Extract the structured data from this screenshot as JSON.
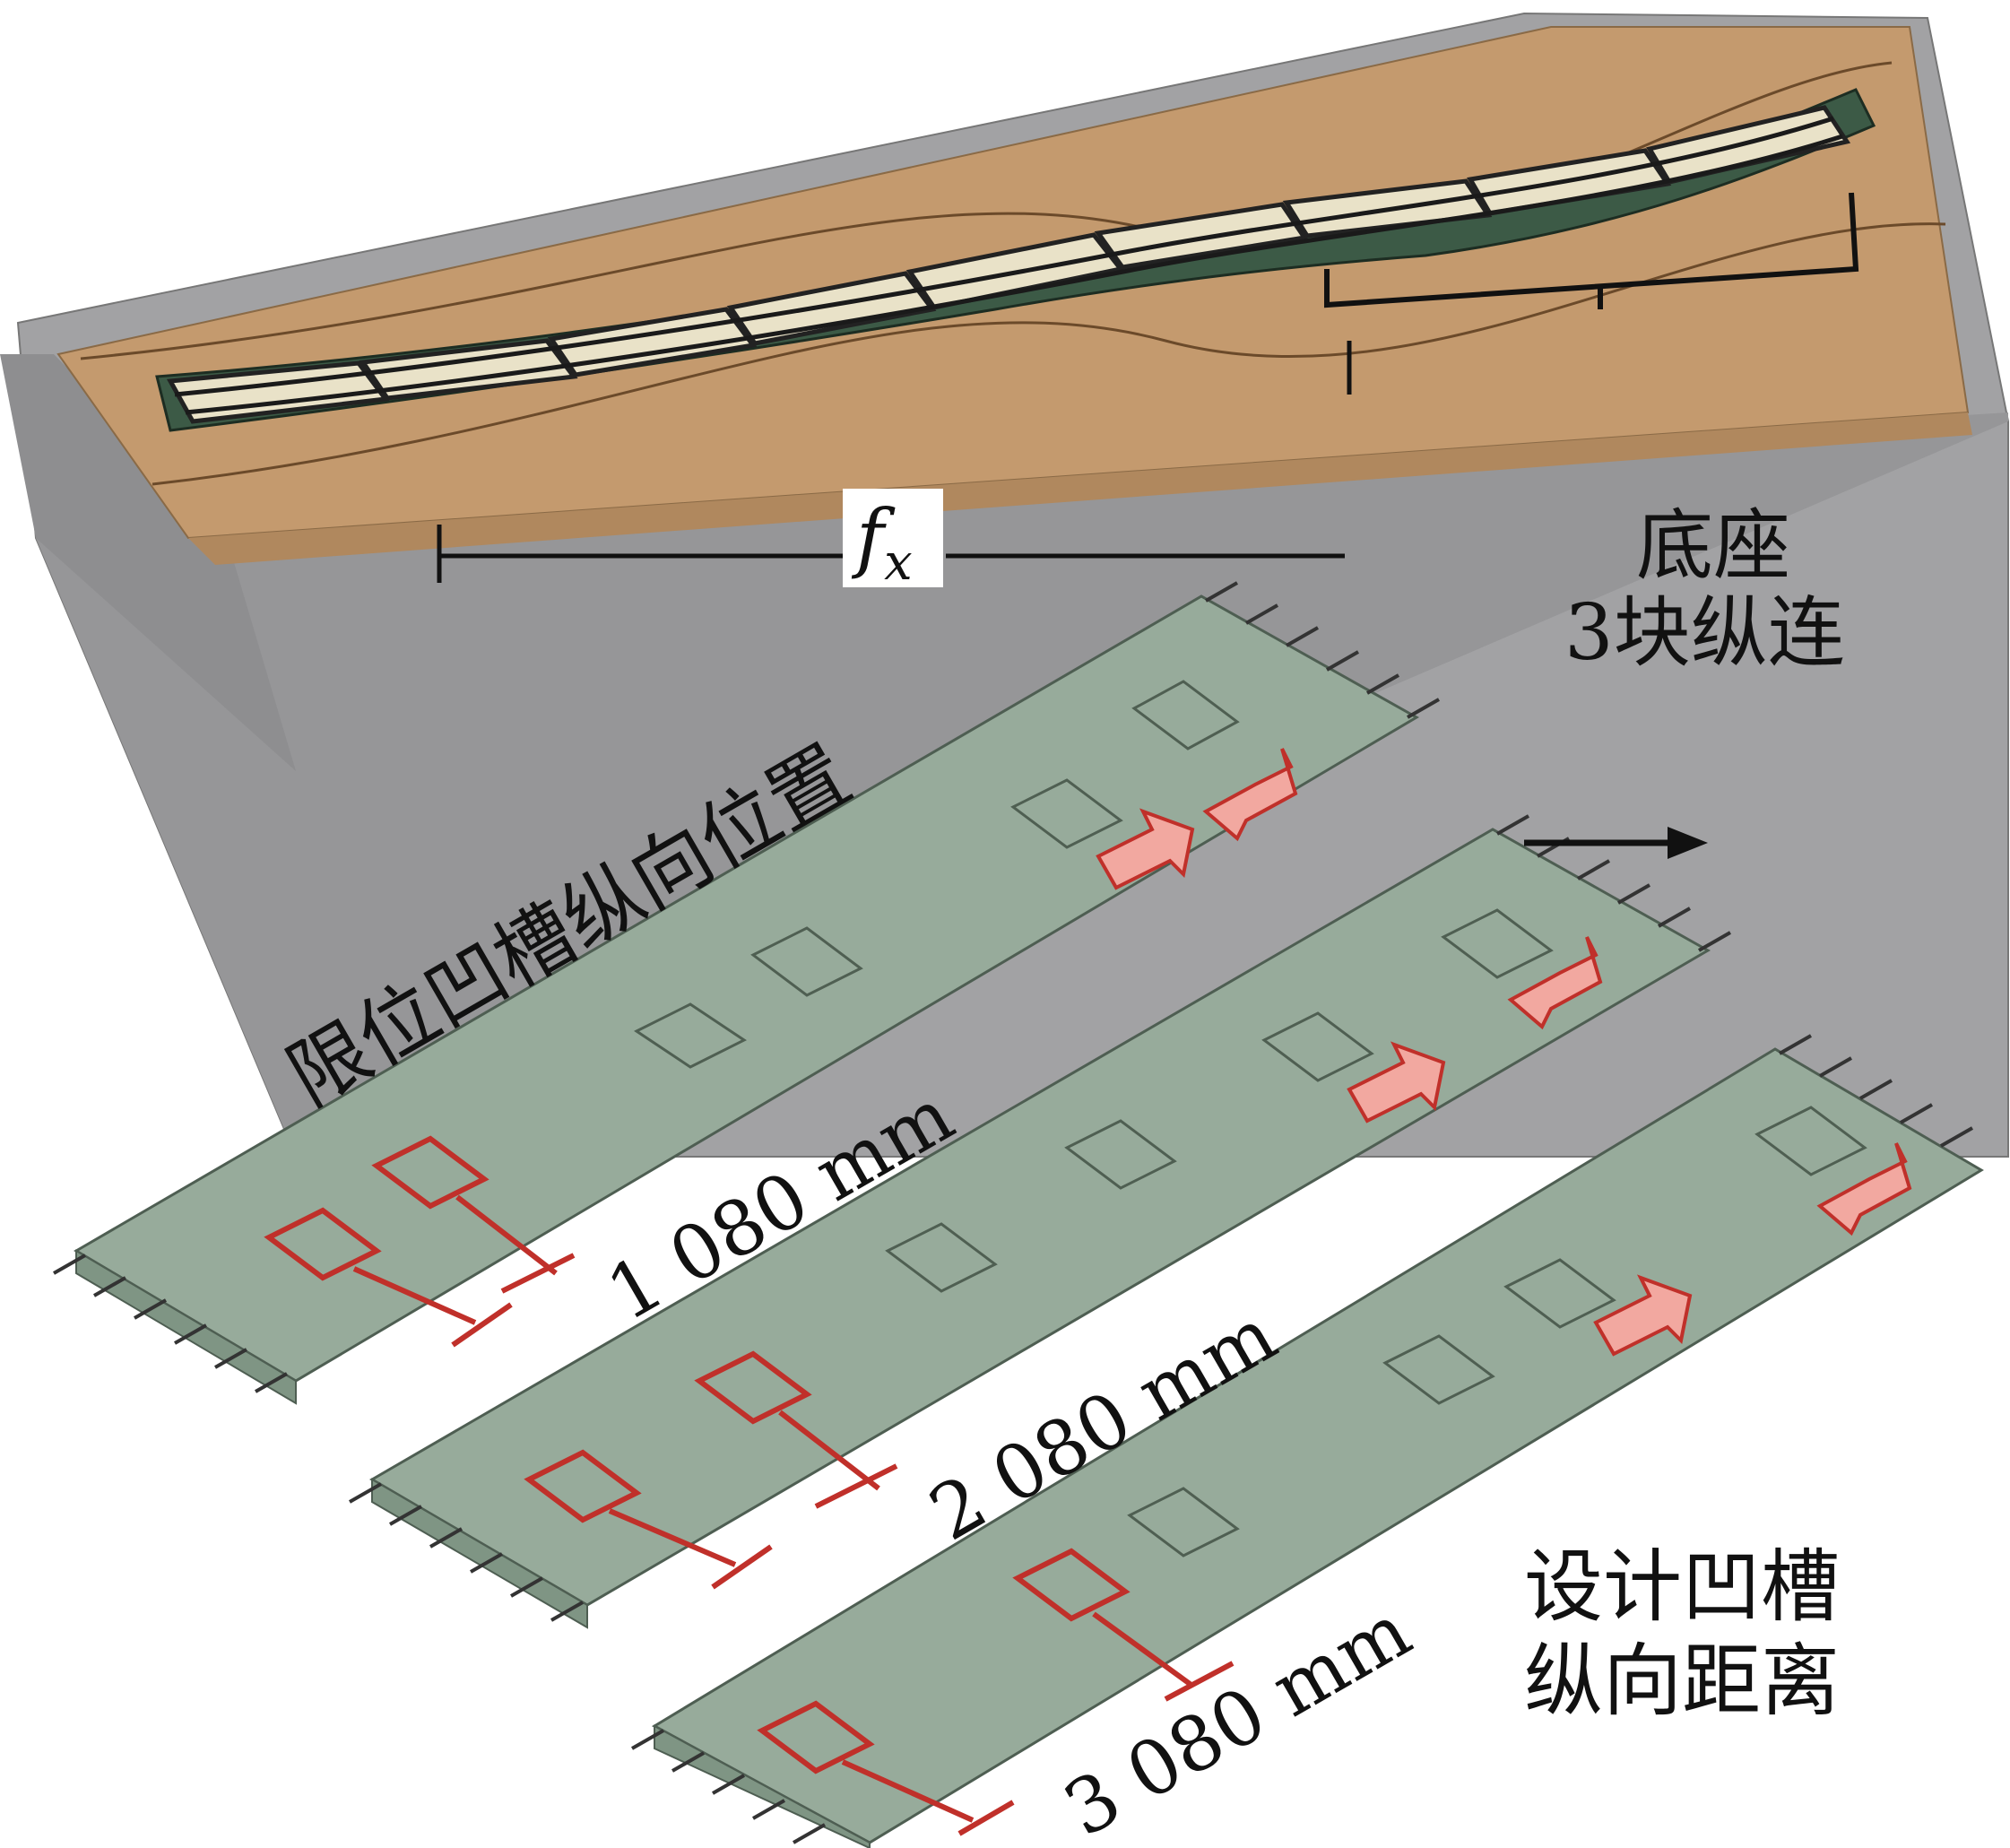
{
  "top_model": {
    "fx_label": "f",
    "fx_subscript": "x",
    "base_label_line1": "底座",
    "base_label_line2": "3块纵连"
  },
  "groove_position_label": "限位凹槽纵向位置",
  "design_distance_label_line1": "设计凹槽",
  "design_distance_label_line2": "纵向距离",
  "slabs": [
    {
      "dimension_label": "1 080 mm"
    },
    {
      "dimension_label": "2 080 mm"
    },
    {
      "dimension_label": "3 080 mm"
    }
  ],
  "colors": {
    "base_gray": "#a0a0a2",
    "subgrade_brown": "#c49a6e",
    "track_slab": "#e9e2c8",
    "slab_green": "#97ab9b",
    "groove_red": "#c0302a",
    "arrow_fill": "#f2a8a0"
  }
}
